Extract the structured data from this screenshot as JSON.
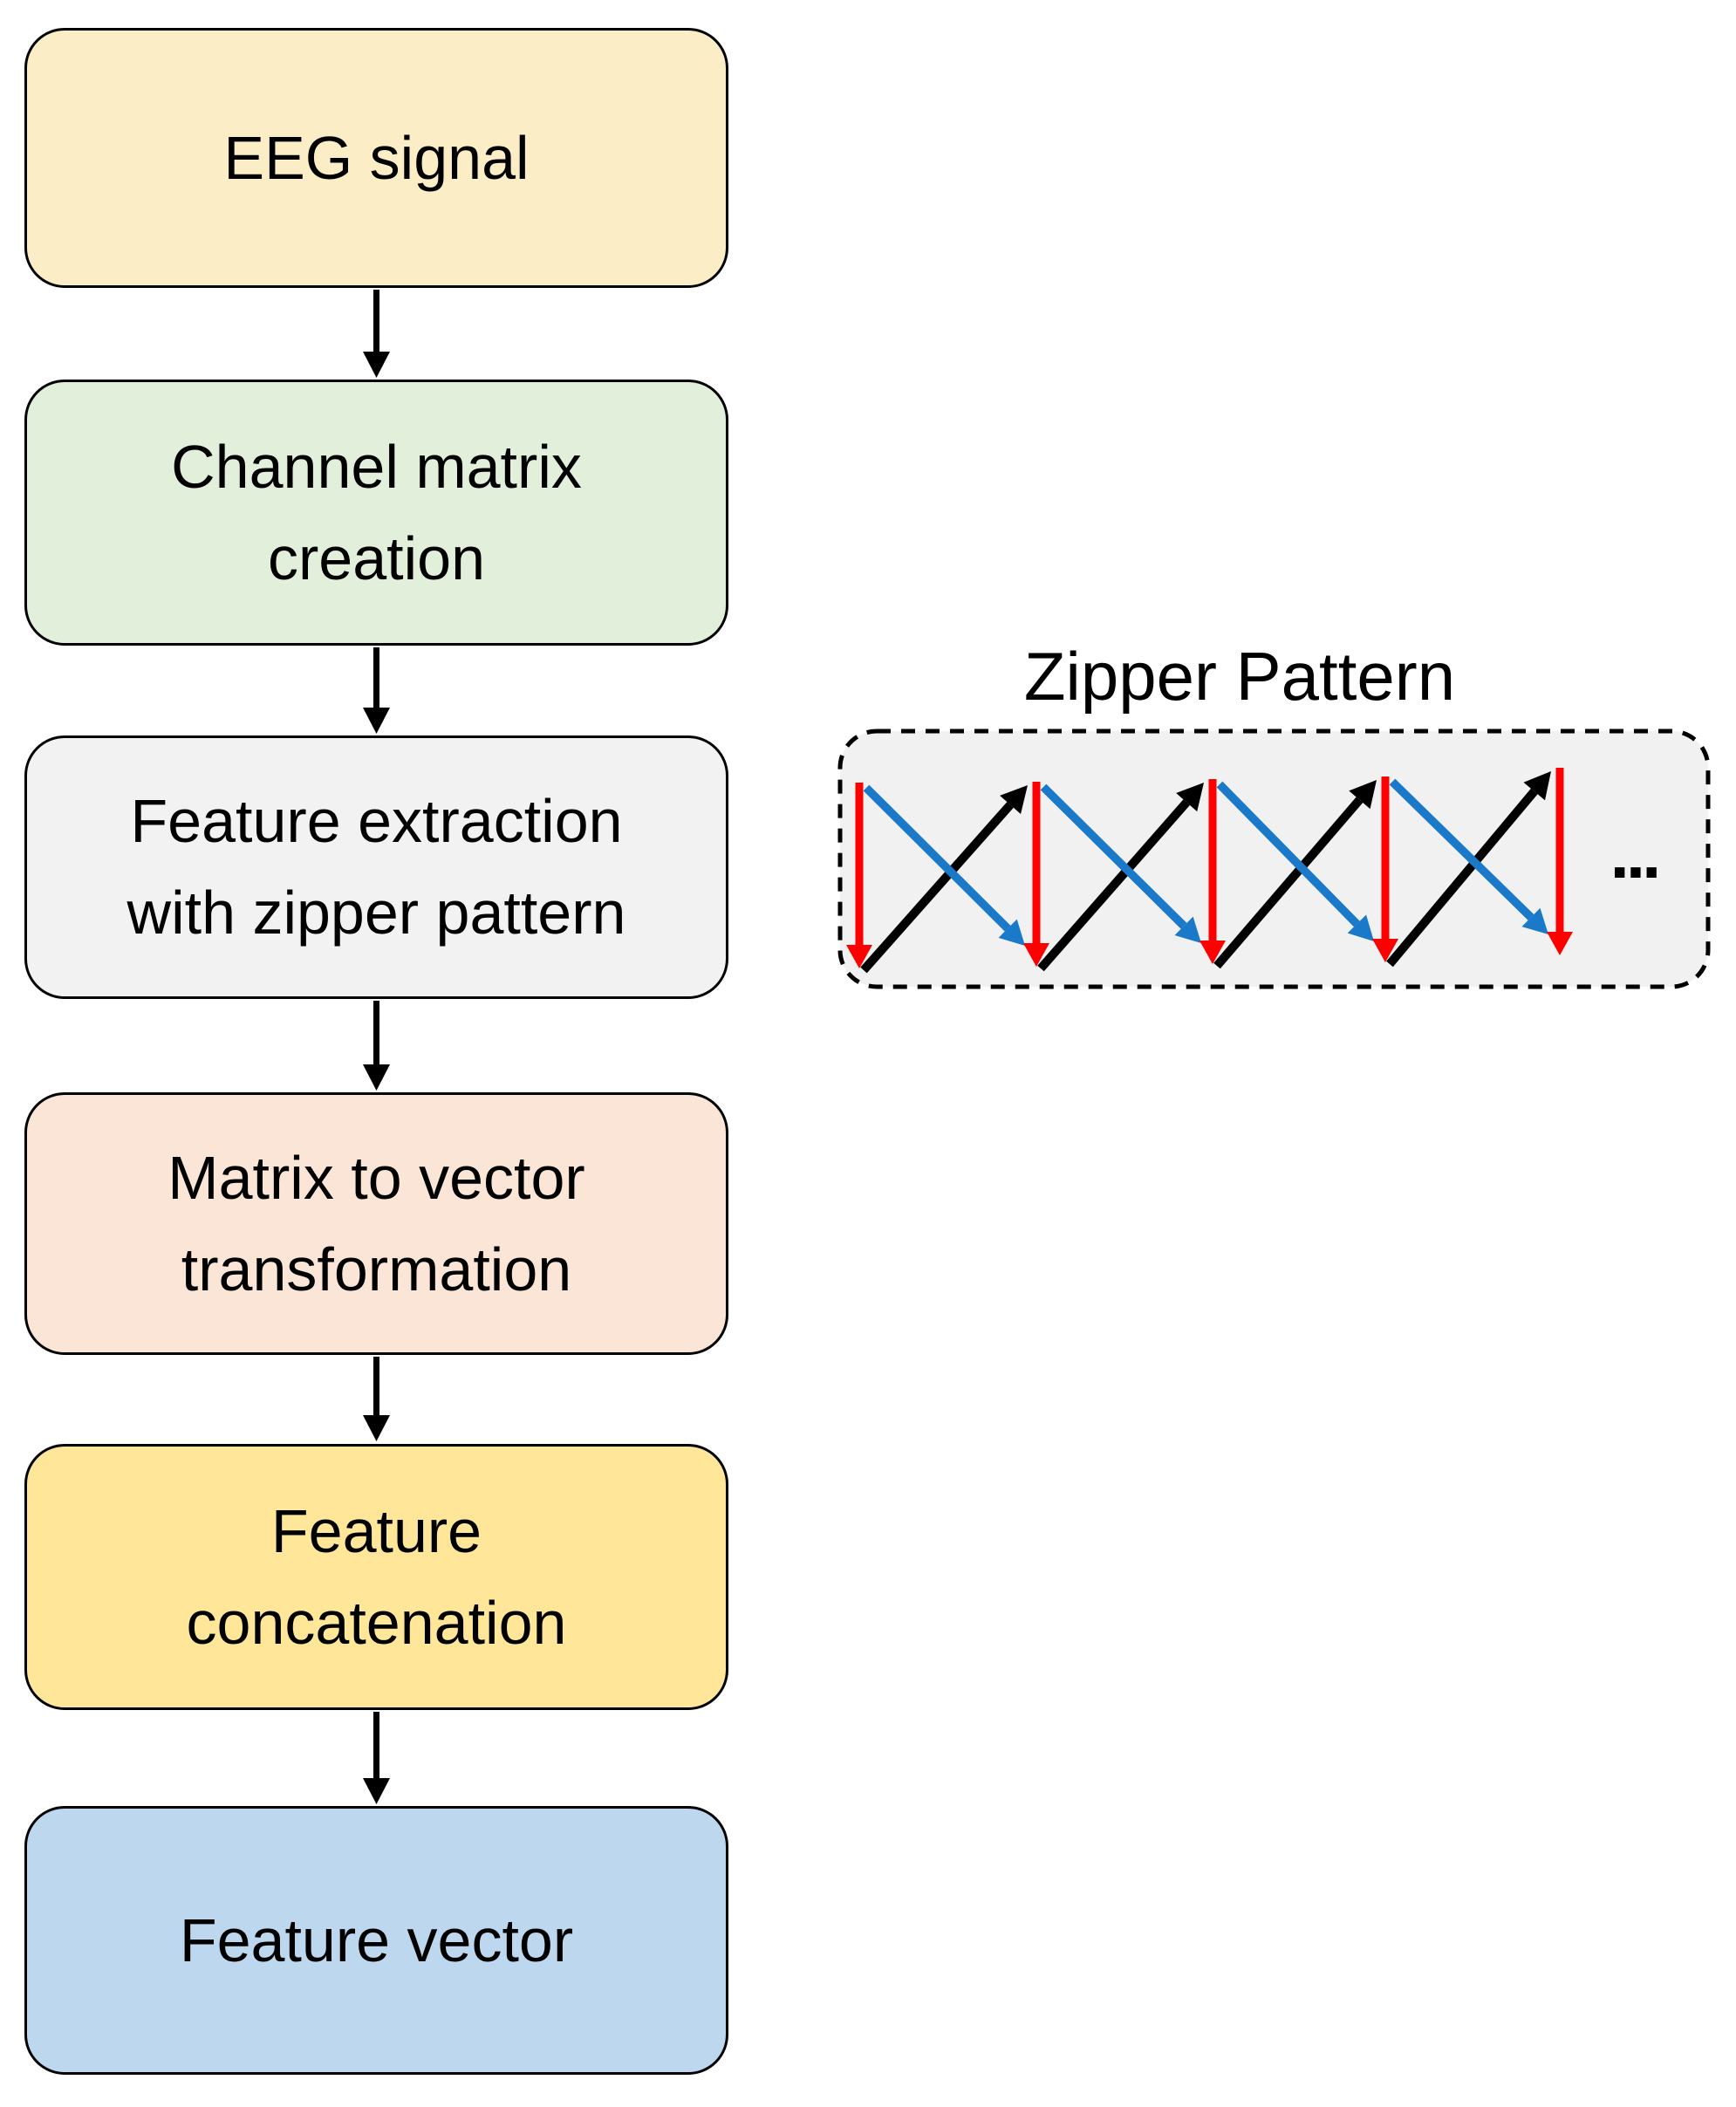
{
  "flow": {
    "boxes": [
      {
        "label": "EEG signal",
        "fill": "#FBEEC7"
      },
      {
        "label": "Channel matrix\ncreation",
        "fill": "#E2EFDA"
      },
      {
        "label": "Feature extraction\nwith zipper pattern",
        "fill": "#F2F2F2"
      },
      {
        "label": "Matrix to vector\ntransformation",
        "fill": "#FBE5D6"
      },
      {
        "label": "Feature\nconcatenation",
        "fill": "#FFE699"
      },
      {
        "label": "Feature vector",
        "fill": "#BDD7EE"
      }
    ],
    "connector_color": "#000000",
    "box_border_color": "#000000"
  },
  "zipper": {
    "title": "Zipper Pattern",
    "ellipsis": "...",
    "column_count": 5,
    "panel_fill": "#F1F1F1",
    "panel_border_color": "#000000",
    "colors": {
      "down_arrow": "#FF0000",
      "up_diagonal_arrow": "#000000",
      "down_diagonal_arrow": "#1B79C9"
    }
  }
}
